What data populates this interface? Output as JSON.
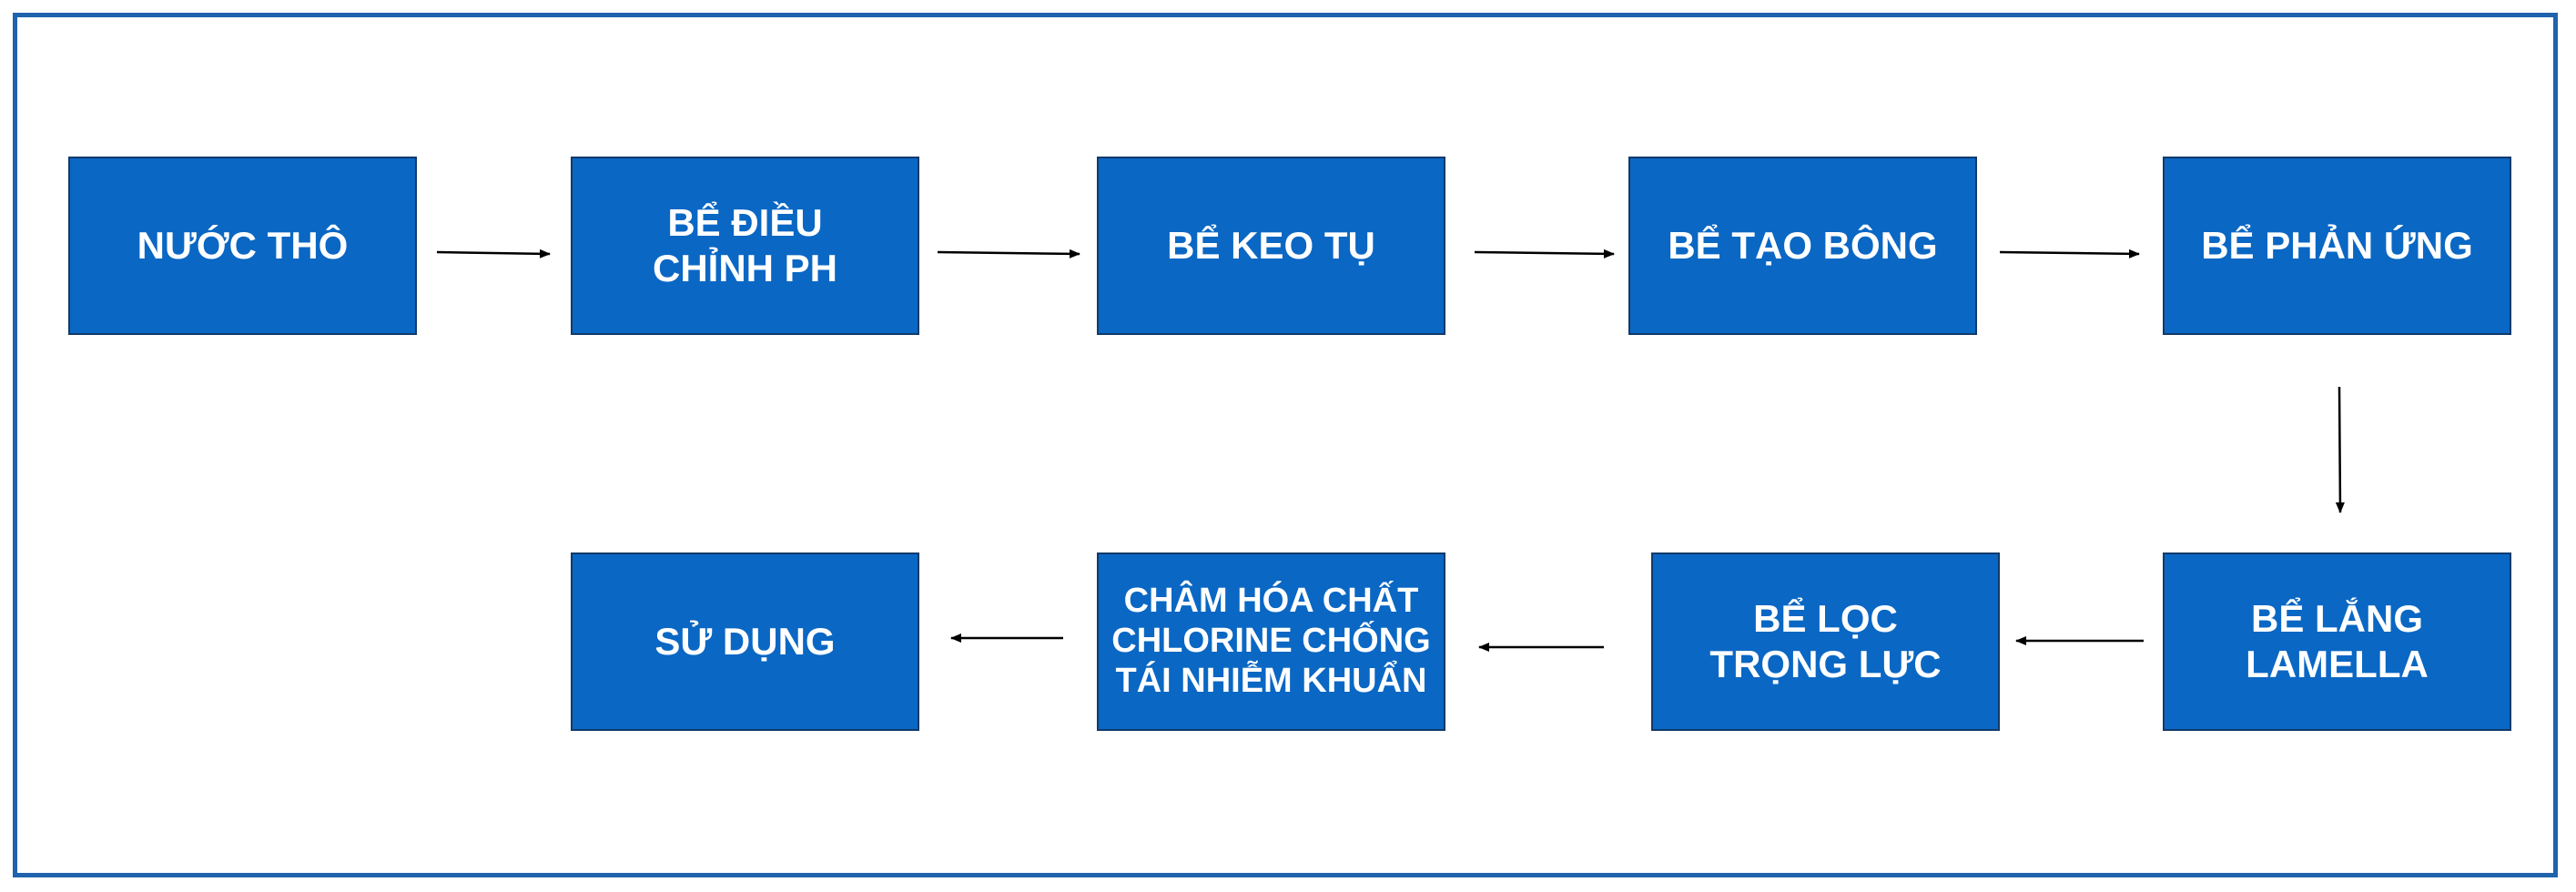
{
  "diagram": {
    "colors": {
      "frame": "#1f63ad",
      "box_fill": "#0a67c4",
      "box_border": "#123a6a",
      "text": "#ffffff",
      "arrow": "#000000"
    },
    "nodes": [
      {
        "id": "nuoc-tho",
        "lines": [
          "NƯỚC THÔ"
        ]
      },
      {
        "id": "be-dieu-chinh-ph",
        "lines": [
          "BỂ ĐIỀU",
          "CHỈNH PH"
        ]
      },
      {
        "id": "be-keo-tu",
        "lines": [
          "BỂ KEO TỤ"
        ]
      },
      {
        "id": "be-tao-bong",
        "lines": [
          "BỂ TẠO BÔNG"
        ]
      },
      {
        "id": "be-phan-ung",
        "lines": [
          "BỂ PHẢN ỨNG"
        ]
      },
      {
        "id": "be-lang-lamella",
        "lines": [
          "BỂ LẮNG",
          "LAMELLA"
        ]
      },
      {
        "id": "be-loc-trong-luc",
        "lines": [
          "BỂ LỌC",
          "TRỌNG LỰC"
        ]
      },
      {
        "id": "cham-hoa-chat",
        "lines": [
          "CHÂM HÓA CHẤT",
          "CHLORINE CHỐNG",
          "TÁI NHIỄM KHUẨN"
        ]
      },
      {
        "id": "su-dung",
        "lines": [
          "SỬ DỤNG"
        ]
      }
    ],
    "edges": [
      {
        "from": "nuoc-tho",
        "to": "be-dieu-chinh-ph"
      },
      {
        "from": "be-dieu-chinh-ph",
        "to": "be-keo-tu"
      },
      {
        "from": "be-keo-tu",
        "to": "be-tao-bong"
      },
      {
        "from": "be-tao-bong",
        "to": "be-phan-ung"
      },
      {
        "from": "be-phan-ung",
        "to": "be-lang-lamella"
      },
      {
        "from": "be-lang-lamella",
        "to": "be-loc-trong-luc"
      },
      {
        "from": "be-loc-trong-luc",
        "to": "cham-hoa-chat"
      },
      {
        "from": "cham-hoa-chat",
        "to": "su-dung"
      }
    ]
  }
}
